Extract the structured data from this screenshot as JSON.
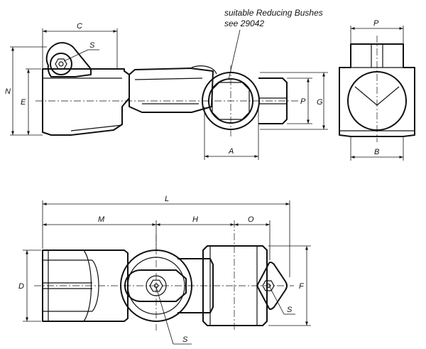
{
  "note": {
    "line1": "suitable Reducing Bushes",
    "line2": "see 29042"
  },
  "top_view": {
    "dim_C": "C",
    "dim_S": "S",
    "dim_N": "N",
    "dim_E": "E",
    "dim_A": "A",
    "dim_P": "P",
    "dim_G": "G"
  },
  "end_view": {
    "dim_P": "P",
    "dim_B": "B"
  },
  "bottom_view": {
    "dim_L": "L",
    "dim_M": "M",
    "dim_H": "H",
    "dim_O": "O",
    "dim_D": "D",
    "dim_F": "F",
    "dim_S_right": "S",
    "dim_S_bottom": "S"
  }
}
